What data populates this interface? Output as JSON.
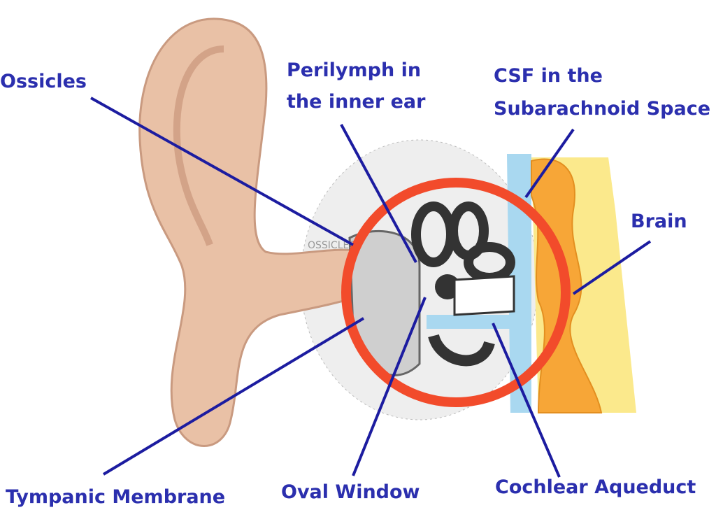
{
  "labels": {
    "ossicles": "Ossicles",
    "perilymph_line1": "Perilymph in",
    "perilymph_line2": "the inner ear",
    "csf_line1": "CSF in the",
    "csf_line2": "Subarachnoid Space",
    "brain": "Brain",
    "tympanic": "Tympanic Membrane",
    "oval_window": "Oval Window",
    "cochlear_aqueduct": "Cochlear Aqueduct"
  },
  "illustration_text": "OSSICLES",
  "colors": {
    "label": "#2b2fae",
    "leader": "#1c1ca0",
    "highlight_circle": "#f24b2b",
    "skin": "#e9c1a6",
    "csf": "#a9d8f0",
    "brain_orange": "#f7a637",
    "brain_yellow": "#fbe98c"
  }
}
